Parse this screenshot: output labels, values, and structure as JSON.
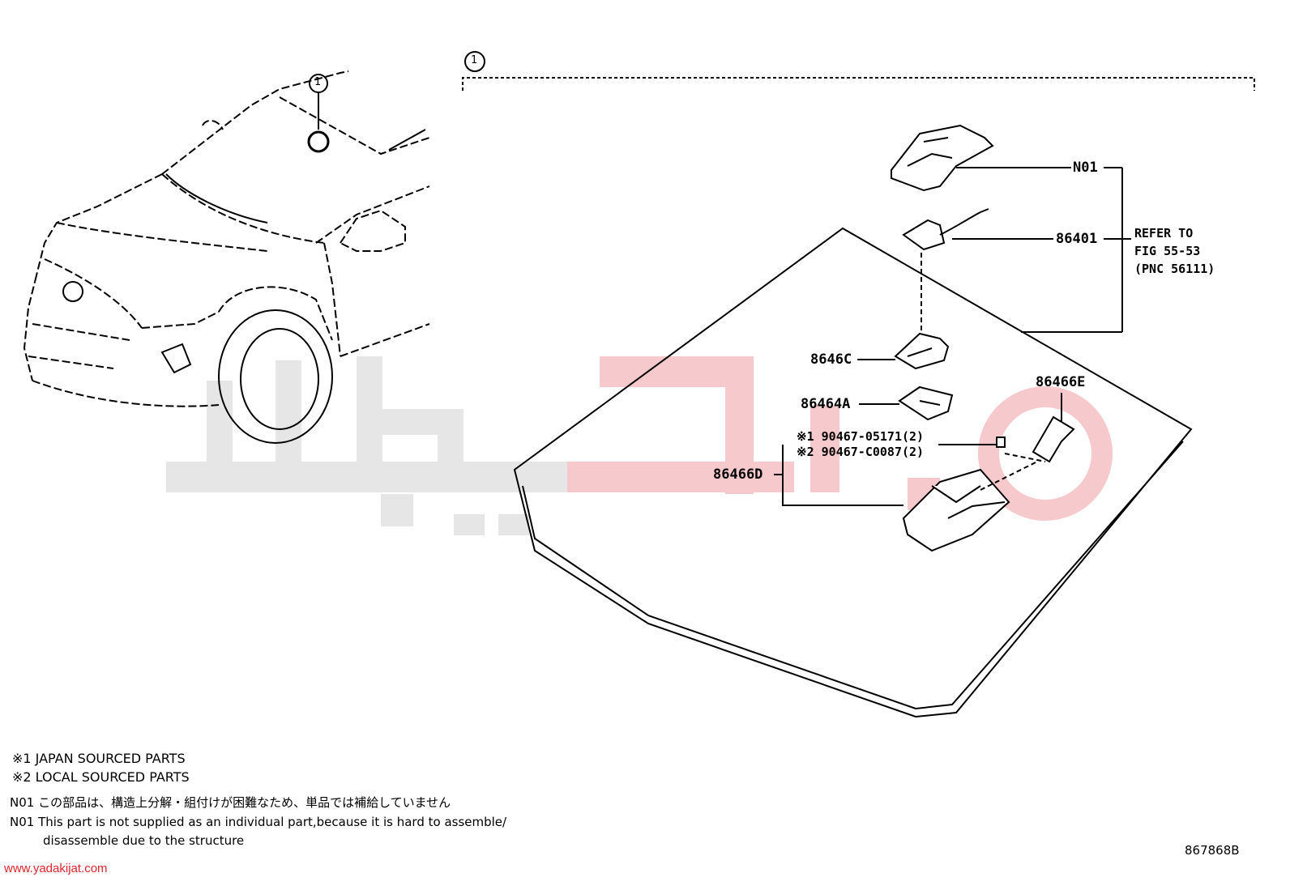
{
  "diagram": {
    "callouts": {
      "left_circle": "1",
      "top_circle": "1"
    },
    "part_labels": {
      "n01": "N01",
      "p86401": "86401",
      "p8646c": "8646C",
      "p86464a": "86464A",
      "p86466e": "86466E",
      "p86466d": "86466D"
    },
    "refer": {
      "line1": "REFER TO",
      "line2": "FIG 55-53",
      "line3": "(PNC 56111)"
    },
    "fasteners": {
      "line1": "※1 90467-05171(2)",
      "line2": "※2 90467-C0087(2)"
    }
  },
  "notes": {
    "japan": "※1 JAPAN SOURCED PARTS",
    "local": "※2 LOCAL SOURCED PARTS",
    "n01_jp": "N01 この部品は、構造上分解・組付けが困難なため、単品では補給していません",
    "n01_en_1": "N01 This part is not supplied as an individual part,because it is hard to assemble/",
    "n01_en_2": "disassemble due to the structure"
  },
  "footer": {
    "diagram_code": "867868B",
    "watermark_url": "www.yadakijat.com"
  },
  "colors": {
    "watermark_gray": "#e6e6e6",
    "watermark_red": "#f6c9cc",
    "watermark_text": "#e0252c",
    "line": "#000000"
  }
}
